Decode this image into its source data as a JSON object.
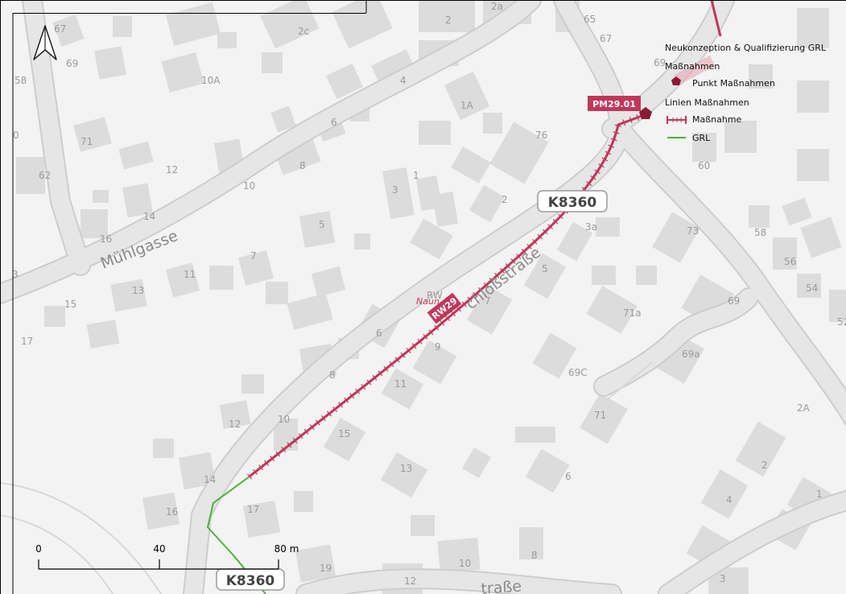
{
  "legend": {
    "title": "Neukonzeption & Qualifizierung GRL",
    "point_group": "Maßnahmen",
    "point_item": "Punkt Maßnahmen",
    "line_group": "Linien Maßnahmen",
    "line_item": "Maßnahme",
    "grl_item": "GRL"
  },
  "colors": {
    "measure": "#c0375a",
    "measure_dark": "#8a1a35",
    "grl": "#4caf3c",
    "road": "#e2e2e2",
    "road_edge": "#cfcfcf",
    "building": "#dadada"
  },
  "road_shields": [
    "K8360",
    "K8360"
  ],
  "measure_tags": {
    "point": "PM29.01",
    "line": "RW29"
  },
  "fragment_label": "Naun",
  "streets": {
    "muehlgasse": "Mühlgasse",
    "schloss": "chloßstraße",
    "bottom": "traße"
  },
  "scale": {
    "ticks": [
      "0",
      "40",
      "80 m"
    ]
  },
  "north_arrow_icon": "north-arrow-icon",
  "house_numbers": [
    "67",
    "69",
    "58",
    "2c",
    "2",
    "2a",
    "65",
    "67",
    "69",
    "10A",
    "4",
    "1A",
    "6",
    "0",
    "71",
    "12",
    "8",
    "10",
    "76",
    "62",
    "14",
    "3",
    "1",
    "2",
    "3a",
    "60",
    "16",
    "5",
    "7",
    "73",
    "58",
    "56",
    "54",
    "11",
    "13",
    "5",
    "15",
    "7",
    "RW",
    "69",
    "52",
    "17",
    "71a",
    "6",
    "9",
    "69a",
    "8",
    "69C",
    "11",
    "12",
    "10",
    "15",
    "71",
    "2A",
    "14",
    "13",
    "6",
    "2",
    "16",
    "17",
    "4",
    "1",
    "19",
    "10",
    "8",
    "12",
    "3",
    "3"
  ]
}
